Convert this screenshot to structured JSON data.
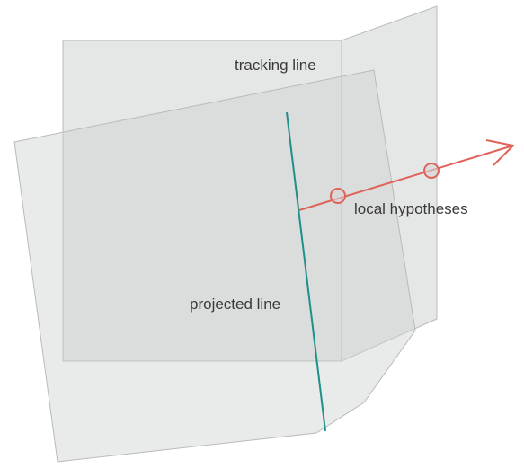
{
  "labels": {
    "tracking_line": "tracking line",
    "local_hypotheses": "local hypotheses",
    "projected_line": "projected line"
  },
  "colors": {
    "background": "#ffffff",
    "plane_fill": "#cfd1d1",
    "plane_edge": "#b9bbbb",
    "projected_line": "#1f8f8a",
    "hypothesis_arrow": "#e0625a",
    "label_text": "#3a3a3a"
  }
}
